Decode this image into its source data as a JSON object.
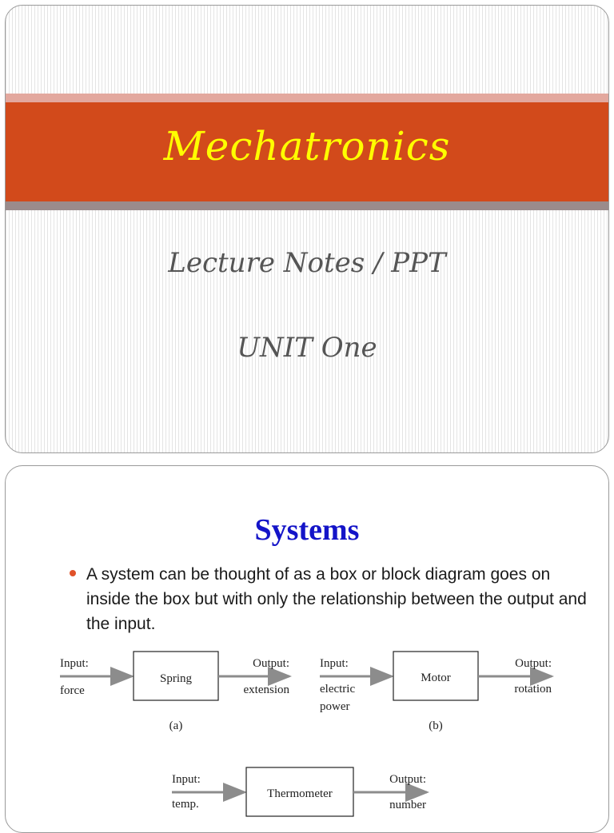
{
  "slide1": {
    "title": "Mechatronics",
    "subtitle1": "Lecture Notes / PPT",
    "subtitle2": "UNIT One"
  },
  "slide2": {
    "title": "Systems",
    "bullet": "A system can be thought of as a box or block diagram goes on inside the box but with only the relationship between the output and the input.",
    "diagrams": {
      "a": {
        "input_label": "Input:",
        "input_value": "force",
        "block": "Spring",
        "output_label": "Output:",
        "output_value": "extension",
        "caption": "(a)"
      },
      "b": {
        "input_label": "Input:",
        "input_value_line1": "electric",
        "input_value_line2": "power",
        "block": "Motor",
        "output_label": "Output:",
        "output_value": "rotation",
        "caption": "(b)"
      },
      "c": {
        "input_label": "Input:",
        "input_value": "temp.",
        "block": "Thermometer",
        "output_label": "Output:",
        "output_value": "number"
      }
    }
  },
  "colors": {
    "title_band": "#d24a1b",
    "title_text": "#ffff00",
    "systems_title": "#1414c8",
    "bullet": "#e0522a"
  }
}
